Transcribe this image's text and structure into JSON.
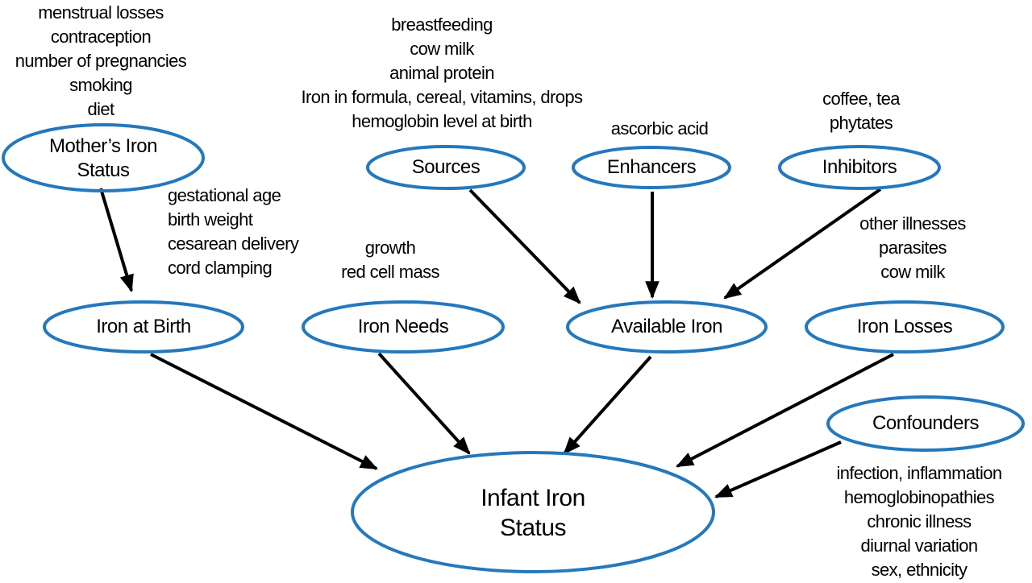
{
  "diagram": {
    "description": "Causal diagram of factors affecting infant iron status",
    "colors": {
      "node_stroke": "#2478bc",
      "arrow": "#000000",
      "text": "#000000",
      "background": "#ffffff"
    }
  },
  "nodes": [
    {
      "id": "mothers-iron-status",
      "lines": [
        "Mother’s Iron",
        "Status"
      ]
    },
    {
      "id": "sources",
      "lines": [
        "Sources"
      ]
    },
    {
      "id": "enhancers",
      "lines": [
        "Enhancers"
      ]
    },
    {
      "id": "inhibitors",
      "lines": [
        "Inhibitors"
      ]
    },
    {
      "id": "iron-at-birth",
      "lines": [
        "Iron at Birth"
      ]
    },
    {
      "id": "iron-needs",
      "lines": [
        "Iron Needs"
      ]
    },
    {
      "id": "available-iron",
      "lines": [
        "Available Iron"
      ]
    },
    {
      "id": "iron-losses",
      "lines": [
        "Iron Losses"
      ]
    },
    {
      "id": "confounders",
      "lines": [
        "Confounders"
      ]
    },
    {
      "id": "infant-iron-status",
      "lines": [
        "Infant Iron",
        "Status"
      ]
    }
  ],
  "annotations": [
    {
      "id": "mother-factors",
      "lines": [
        "menstrual losses",
        "contraception",
        "number of pregnancies",
        "smoking",
        "diet"
      ]
    },
    {
      "id": "source-factors",
      "lines": [
        "breastfeeding",
        "cow milk",
        "animal protein",
        "Iron in formula, cereal, vitamins, drops",
        "hemoglobin level at birth"
      ]
    },
    {
      "id": "enhancer-factors",
      "lines": [
        "ascorbic acid"
      ]
    },
    {
      "id": "inhibitor-factors",
      "lines": [
        "coffee, tea",
        "phytates"
      ]
    },
    {
      "id": "birth-factors",
      "lines": [
        "gestational age",
        "birth weight",
        "cesarean delivery",
        "cord clamping"
      ]
    },
    {
      "id": "needs-factors",
      "lines": [
        "growth",
        "red cell mass"
      ]
    },
    {
      "id": "loss-factors",
      "lines": [
        "other illnesses",
        "parasites",
        "cow milk"
      ]
    },
    {
      "id": "confounder-factors",
      "lines": [
        "infection, inflammation",
        "hemoglobinopathies",
        "chronic illness",
        "diurnal variation",
        "sex, ethnicity"
      ]
    }
  ],
  "edges": [
    {
      "from": "mothers-iron-status",
      "to": "iron-at-birth"
    },
    {
      "from": "sources",
      "to": "available-iron"
    },
    {
      "from": "enhancers",
      "to": "available-iron"
    },
    {
      "from": "inhibitors",
      "to": "available-iron"
    },
    {
      "from": "iron-at-birth",
      "to": "infant-iron-status"
    },
    {
      "from": "iron-needs",
      "to": "infant-iron-status"
    },
    {
      "from": "available-iron",
      "to": "infant-iron-status"
    },
    {
      "from": "iron-losses",
      "to": "infant-iron-status"
    },
    {
      "from": "confounders",
      "to": "infant-iron-status"
    }
  ]
}
